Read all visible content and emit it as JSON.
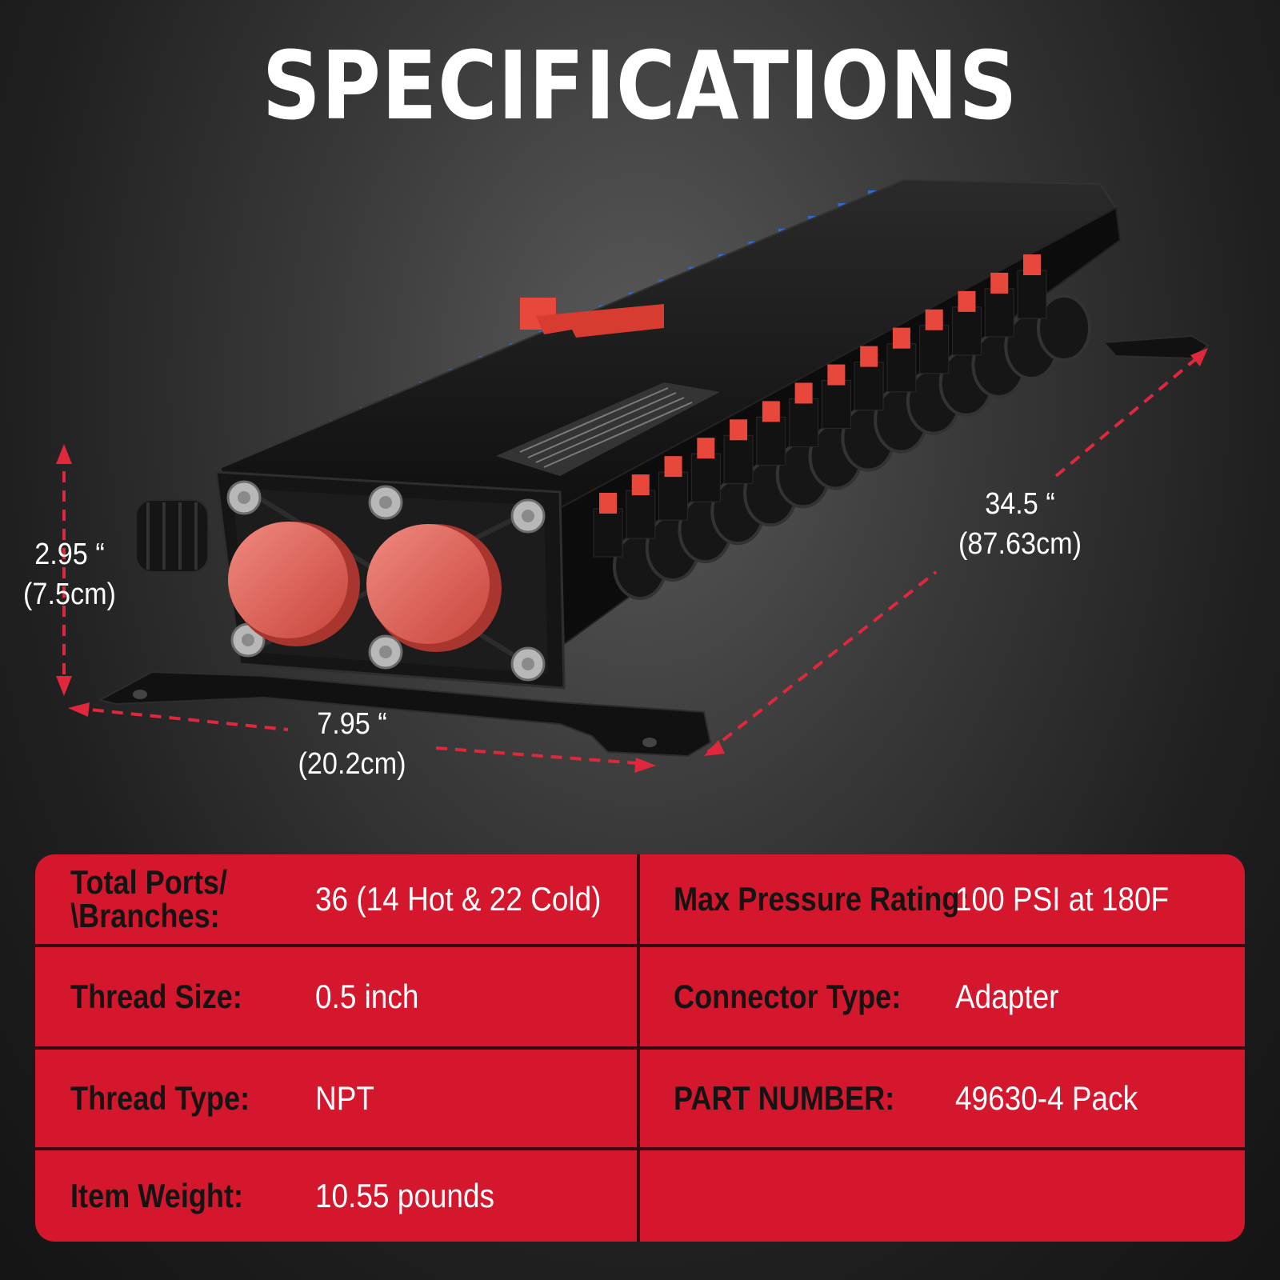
{
  "header": {
    "title": "SPECIFICATIONS"
  },
  "dimensions": {
    "height": {
      "imperial": "2.95 “",
      "metric": "(7.5cm)"
    },
    "width": {
      "imperial": "7.95 “",
      "metric": "(20.2cm)"
    },
    "length": {
      "imperial": "34.5 “",
      "metric": "(87.63cm)"
    }
  },
  "specs": {
    "total_ports": {
      "label": "Total Ports/\n\\Branches:",
      "value": "36 (14 Hot & 22 Cold)"
    },
    "max_pressure": {
      "label": "Max Pressure Rating:",
      "value": "100 PSI at 180F"
    },
    "thread_size": {
      "label": "Thread Size:",
      "value": "0.5 inch"
    },
    "connector_type": {
      "label": "Connector Type:",
      "value": "Adapter"
    },
    "thread_type": {
      "label": "Thread Type:",
      "value": "NPT"
    },
    "part_number": {
      "label": "PART NUMBER:",
      "value": "49630-4 Pack"
    },
    "item_weight": {
      "label": "Item Weight:",
      "value": "10.55 pounds"
    }
  },
  "colors": {
    "accent_red": "#d4172d",
    "dimension_line": "#e0283c",
    "hot_port": "#e8483c",
    "cold_port": "#2f6bd6",
    "body": "#141414"
  }
}
